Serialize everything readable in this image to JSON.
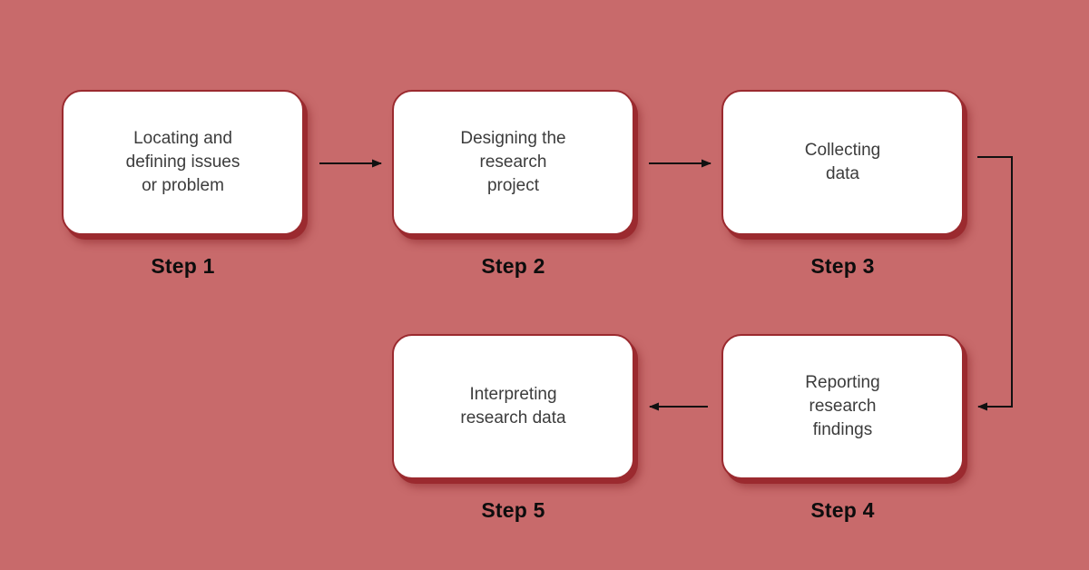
{
  "diagram": {
    "background_color": "#c86a6b",
    "card_fill_color": "#ffffff",
    "card_border_color": "#9b2a2f",
    "arrow_color": "#111111",
    "nodes": [
      {
        "id": "step1",
        "label": "Locating and\ndefining issues\nor problem",
        "step": "Step 1"
      },
      {
        "id": "step2",
        "label": "Designing the\nresearch\nproject",
        "step": "Step 2"
      },
      {
        "id": "step3",
        "label": "Collecting\ndata",
        "step": "Step 3"
      },
      {
        "id": "step4",
        "label": "Reporting\nresearch\nfindings",
        "step": "Step 4"
      },
      {
        "id": "step5",
        "label": "Interpreting\nresearch data",
        "step": "Step 5"
      }
    ],
    "connections": [
      {
        "from": "step1",
        "to": "step2",
        "style": "straight-right"
      },
      {
        "from": "step2",
        "to": "step3",
        "style": "straight-right"
      },
      {
        "from": "step3",
        "to": "step4",
        "style": "elbow-right-down-left"
      },
      {
        "from": "step4",
        "to": "step5",
        "style": "straight-left"
      }
    ]
  }
}
